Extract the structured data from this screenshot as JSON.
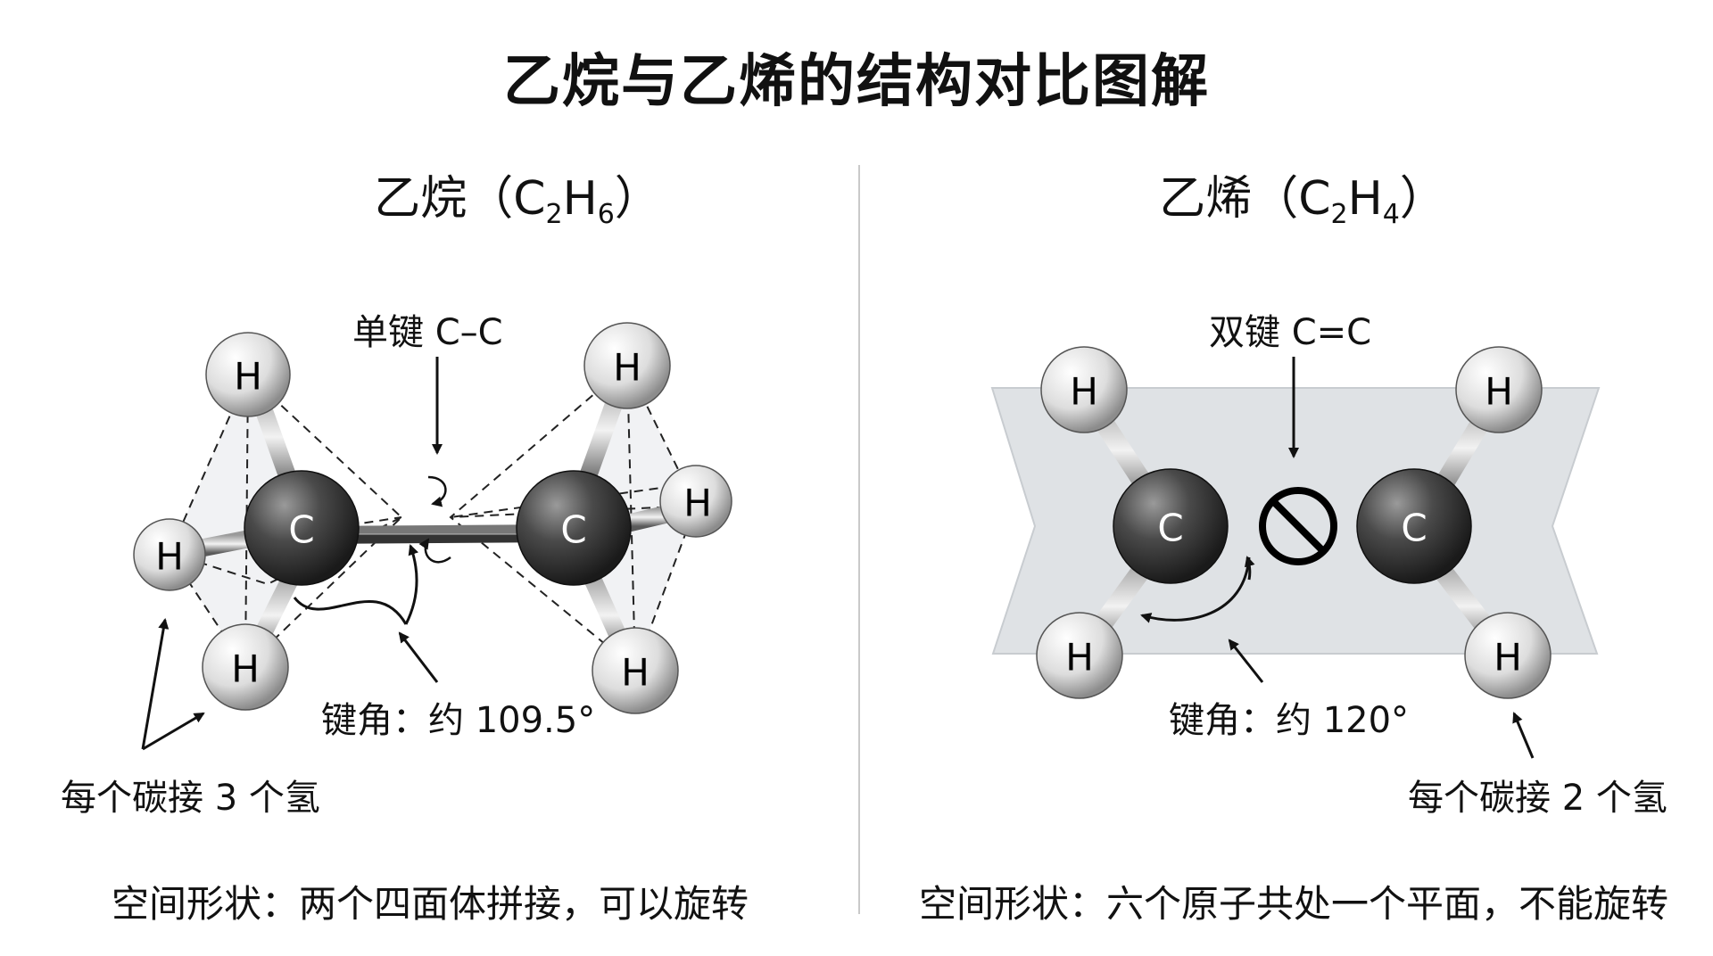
{
  "title": "乙烷与乙烯的结构对比图解",
  "ethane": {
    "name": "乙烷（C",
    "sub1": "2",
    "mid": "H",
    "sub2": "6",
    "close": "）",
    "bond_label": "单键 C–C",
    "angle_label": "键角：约 109.5°",
    "h_count_label": "每个碳接 3 个氢",
    "shape_label": "空间形状：两个四面体拼接，可以旋转",
    "atom_c": "C",
    "atom_h": "H"
  },
  "ethylene": {
    "name": "乙烯（C",
    "sub1": "2",
    "mid": "H",
    "sub2": "4",
    "close": "）",
    "bond_label": "双键 C=C",
    "angle_label": "键角：约 120°",
    "h_count_label": "每个碳接 2 个氢",
    "shape_label": "空间形状：六个原子共处一个平面，不能旋转",
    "atom_c": "C",
    "atom_h": "H"
  },
  "colors": {
    "carbon": "#3a3a3a",
    "hydrogen": "#e6e6e6",
    "plane": "#dcdfe3",
    "divider": "#c9c9c9"
  }
}
